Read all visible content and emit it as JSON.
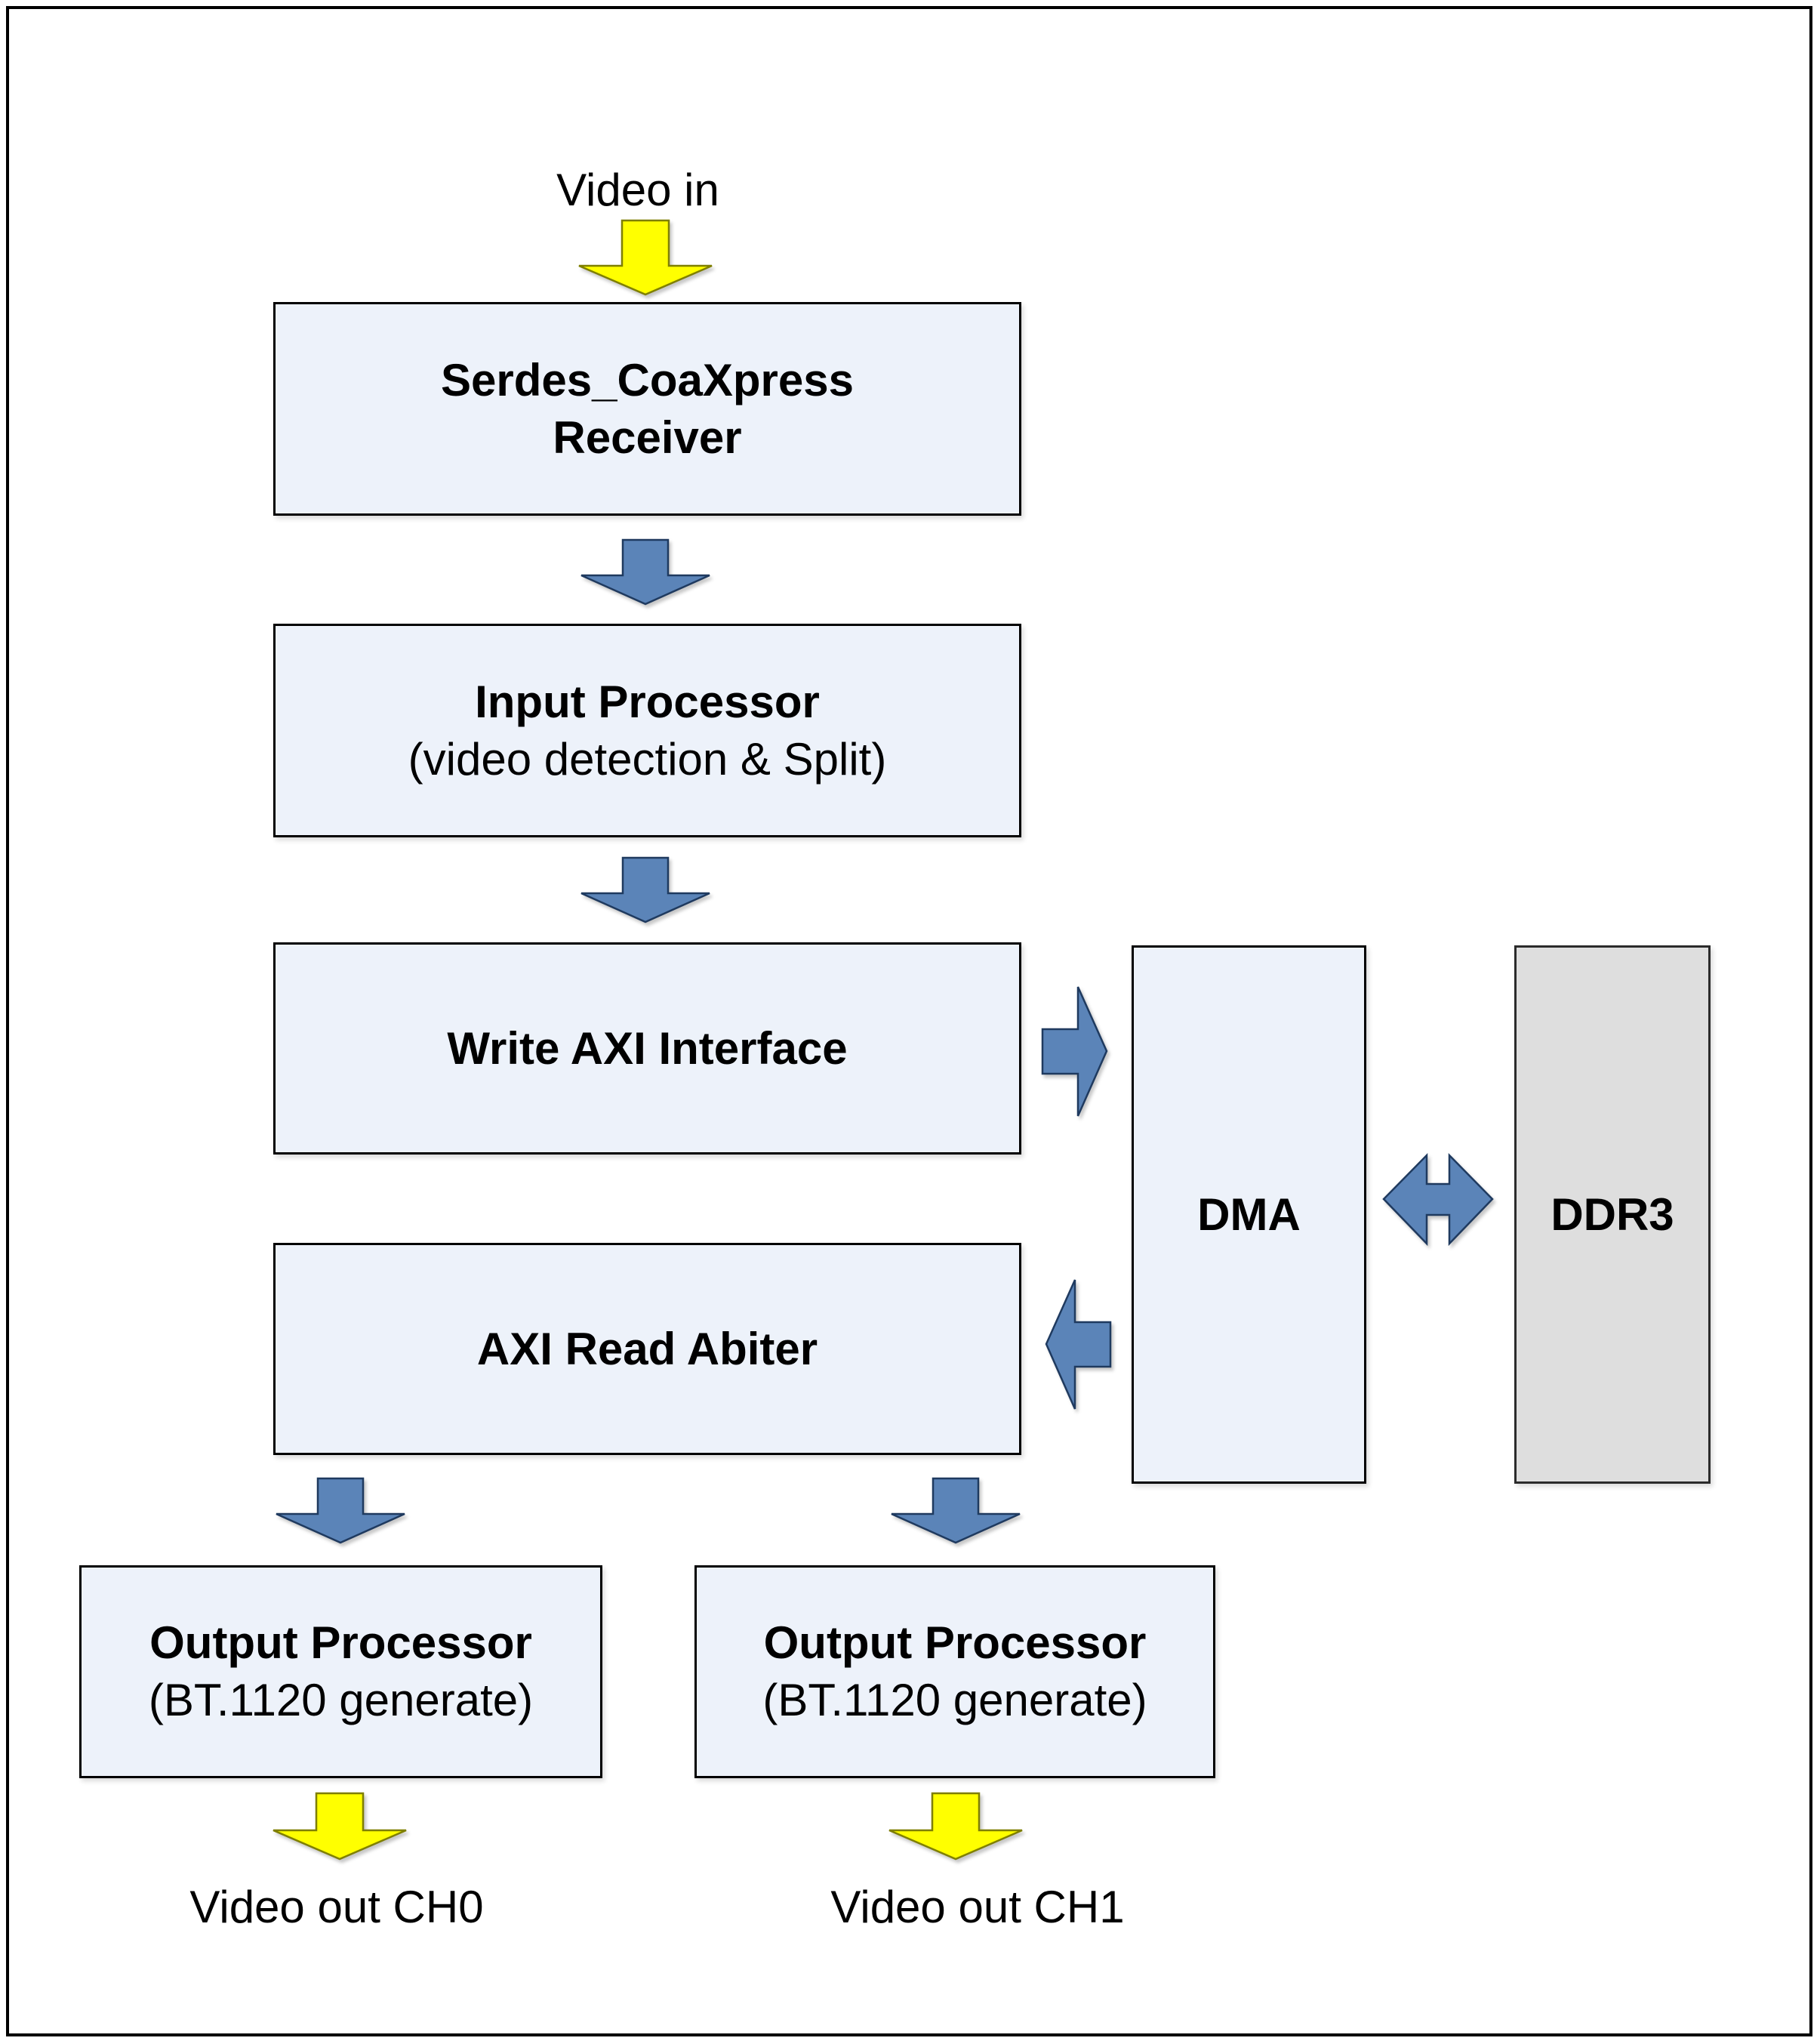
{
  "page": {
    "type": "block-diagram",
    "background": "#ffffff",
    "frame_border_color": "#000000"
  },
  "labels": {
    "video_in": "Video in",
    "video_out_ch0": "Video out CH0",
    "video_out_ch1": "Video out CH1"
  },
  "boxes": {
    "serdes": {
      "title": "Serdes_CoaXpress",
      "subtitle": "Receiver"
    },
    "input": {
      "title": "Input Processor",
      "subtitle": "(video detection & Split)"
    },
    "write_axi": {
      "title": "Write AXI Interface"
    },
    "axi_read": {
      "title": "AXI Read Abiter"
    },
    "dma": {
      "title": "DMA"
    },
    "ddr3": {
      "title": "DDR3"
    },
    "output0": {
      "title": "Output Processor",
      "subtitle": "(BT.1120 generate)"
    },
    "output1": {
      "title": "Output Processor",
      "subtitle": "(BT.1120 generate)"
    }
  },
  "arrows": [
    {
      "name": "arrow-video-in",
      "direction": "down",
      "color": "yellow",
      "from": "Video in",
      "to": "Serdes_CoaXpress Receiver"
    },
    {
      "name": "arrow-serdes-to-input",
      "direction": "down",
      "color": "blue",
      "from": "Serdes_CoaXpress Receiver",
      "to": "Input Processor"
    },
    {
      "name": "arrow-input-to-writeaxi",
      "direction": "down",
      "color": "blue",
      "from": "Input Processor",
      "to": "Write AXI Interface"
    },
    {
      "name": "arrow-writeaxi-to-dma",
      "direction": "right",
      "color": "blue",
      "from": "Write AXI Interface",
      "to": "DMA"
    },
    {
      "name": "arrow-dma-to-axiread",
      "direction": "left",
      "color": "blue",
      "from": "DMA",
      "to": "AXI Read Abiter"
    },
    {
      "name": "arrow-dma-ddr3",
      "direction": "left-right",
      "color": "blue",
      "from": "DMA",
      "to": "DDR3"
    },
    {
      "name": "arrow-axiread-to-out0",
      "direction": "down",
      "color": "blue",
      "from": "AXI Read Abiter",
      "to": "Output Processor CH0"
    },
    {
      "name": "arrow-axiread-to-out1",
      "direction": "down",
      "color": "blue",
      "from": "AXI Read Abiter",
      "to": "Output Processor CH1"
    },
    {
      "name": "arrow-out0-video",
      "direction": "down",
      "color": "yellow",
      "from": "Output Processor CH0",
      "to": "Video out CH0"
    },
    {
      "name": "arrow-out1-video",
      "direction": "down",
      "color": "yellow",
      "from": "Output Processor CH1",
      "to": "Video out CH1"
    }
  ],
  "colors": {
    "box_fill": "#edf2fa",
    "box_border": "#000000",
    "ddr3_fill": "#dedede",
    "arrow_blue": "#5b84b8",
    "arrow_blue_border": "#1f3a5f",
    "arrow_yellow": "#ffff00",
    "arrow_yellow_border": "#7f7f00",
    "text": "#000000"
  }
}
